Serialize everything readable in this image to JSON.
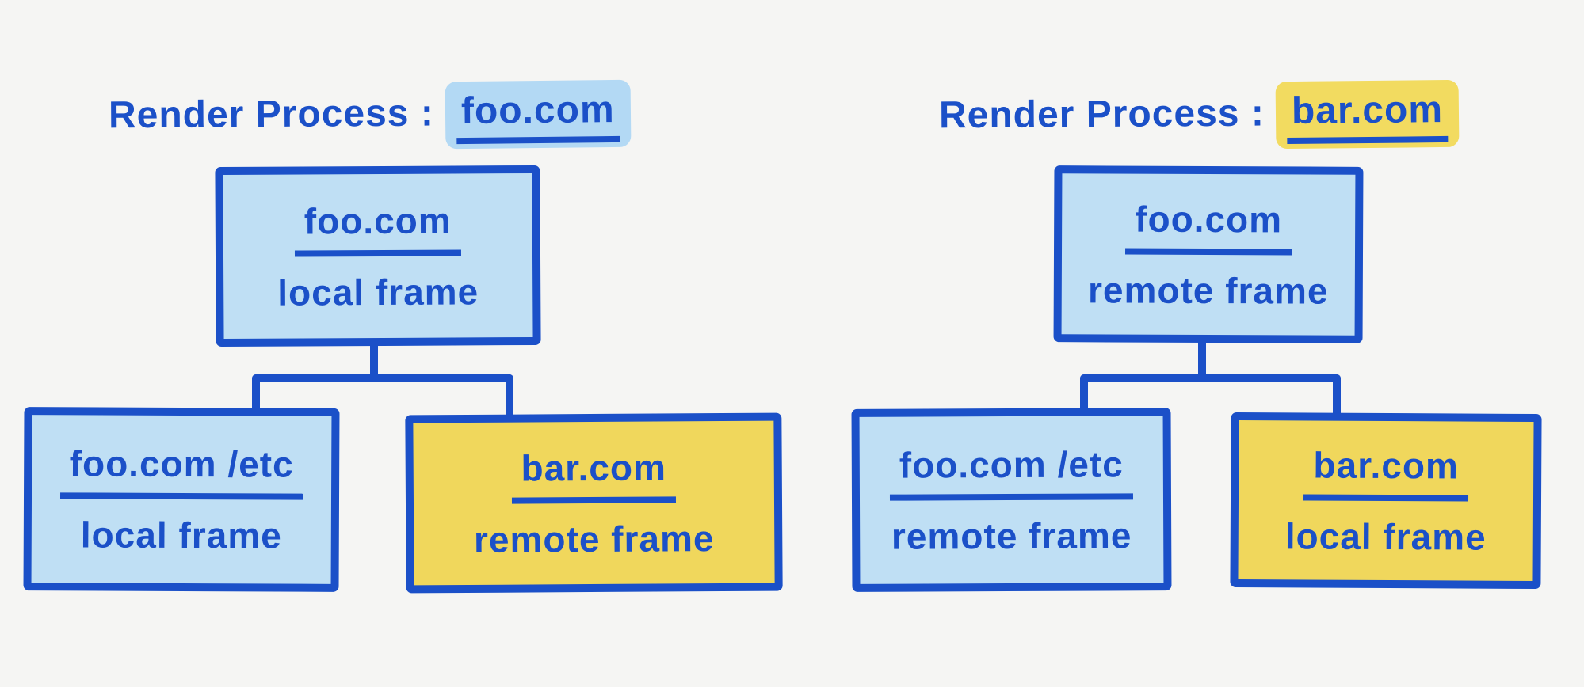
{
  "colors": {
    "ink": "#1b50c8",
    "blue_fill": "#bfdff4",
    "yellow_fill": "#f0d75c",
    "blue_highlight": "#b3d9f4",
    "yellow_highlight": "#f2db60",
    "background": "#f5f5f3"
  },
  "panels": [
    {
      "title_prefix": "Render Process :",
      "title_domain": "foo.com",
      "root": {
        "domain": "foo.com",
        "frame": "local frame"
      },
      "children": [
        {
          "domain": "foo.com /etc",
          "frame": "local frame"
        },
        {
          "domain": "bar.com",
          "frame": "remote frame"
        }
      ]
    },
    {
      "title_prefix": "Render Process :",
      "title_domain": "bar.com",
      "root": {
        "domain": "foo.com",
        "frame": "remote frame"
      },
      "children": [
        {
          "domain": "foo.com /etc",
          "frame": "remote frame"
        },
        {
          "domain": "bar.com",
          "frame": "local frame"
        }
      ]
    }
  ]
}
